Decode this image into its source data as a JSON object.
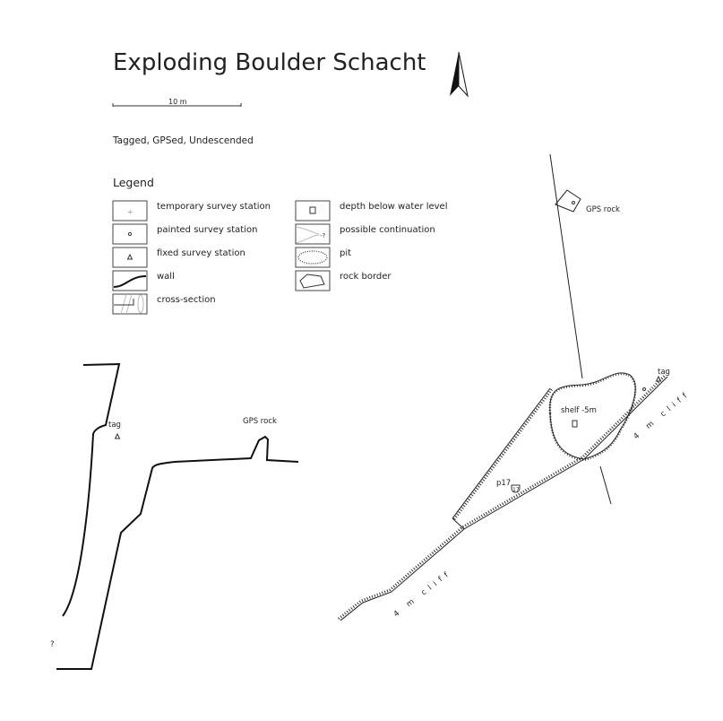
{
  "title": "Exploding Boulder Schacht",
  "scale_label": "10 m",
  "status": "Tagged, GPSed, Undescended",
  "legend": {
    "heading": "Legend",
    "items": [
      {
        "label": "temporary survey station",
        "icon": "temporary-station-icon"
      },
      {
        "label": "painted survey station",
        "icon": "painted-station-icon"
      },
      {
        "label": "fixed survey station",
        "icon": "fixed-station-icon"
      },
      {
        "label": "wall",
        "icon": "wall-icon"
      },
      {
        "label": "cross-section",
        "icon": "cross-section-icon"
      },
      {
        "label": "depth below water level",
        "icon": "depth-icon"
      },
      {
        "label": "possible continuation",
        "icon": "continuation-icon"
      },
      {
        "label": "pit",
        "icon": "pit-icon"
      },
      {
        "label": "rock border",
        "icon": "rock-border-icon"
      }
    ]
  },
  "plan": {
    "gps_rock": "GPS rock",
    "tag": "tag",
    "shelf": "shelf -5m",
    "pit": "p17",
    "pit_depth": "17",
    "cliff_upper": "4 m cliff",
    "cliff_lower": "4 m cliff"
  },
  "section": {
    "tag": "tag",
    "gps_rock": "GPS rock",
    "unknown": "?"
  }
}
